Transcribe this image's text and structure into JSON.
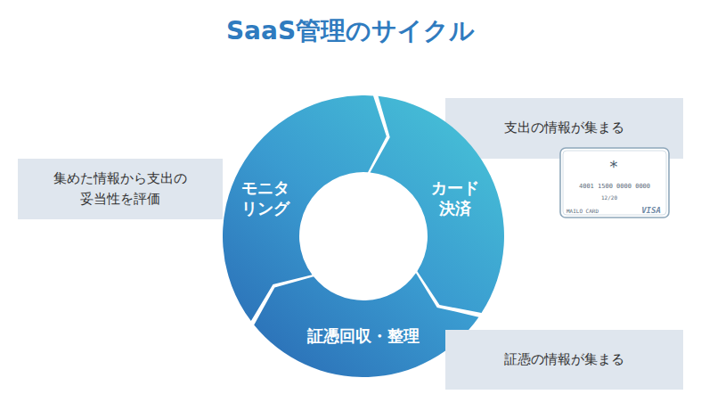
{
  "diagram": {
    "title": "SaaS管理のサイクル",
    "nodes": [
      {
        "text": [
          "支出の情報が集まる"
        ]
      },
      {
        "text": [
          "集めた情報から支出の 妥当性を評価"
        ]
      },
      {
        "text": [
          "モニタ リング"
        ]
      },
      {
        "text": [
          "カード 決済"
        ]
      },
      {
        "text": [
          "証憑回収・整理"
        ]
      },
      {
        "text": [
          "証憑の情報が集まる"
        ]
      }
    ],
    "labels": [
      "*",
      "4001 1500 0000 0000",
      "12/20",
      "MAILO CARD",
      "VISA"
    ]
  }
}
